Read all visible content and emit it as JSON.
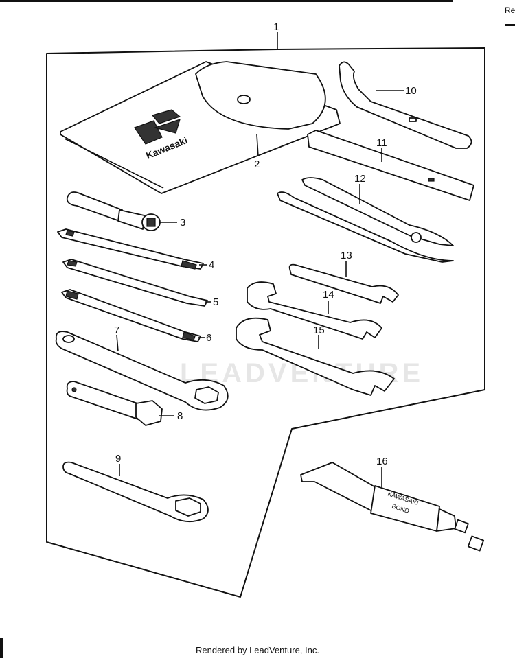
{
  "header": {
    "corner_text": "Re"
  },
  "watermark": "LEADVENTURE",
  "footer": {
    "text": "Rendered by LeadVenture, Inc."
  },
  "pouch": {
    "brand_text": "Kawasaki"
  },
  "bond_tube": {
    "label_line1": "KAWASAKI",
    "label_line2": "BOND"
  },
  "callouts": {
    "c1": "1",
    "c2": "2",
    "c3": "3",
    "c4": "4",
    "c5": "5",
    "c6": "6",
    "c7": "7",
    "c8": "8",
    "c9": "9",
    "c10": "10",
    "c11": "11",
    "c12": "12",
    "c13": "13",
    "c14": "14",
    "c15": "15",
    "c16": "16"
  }
}
